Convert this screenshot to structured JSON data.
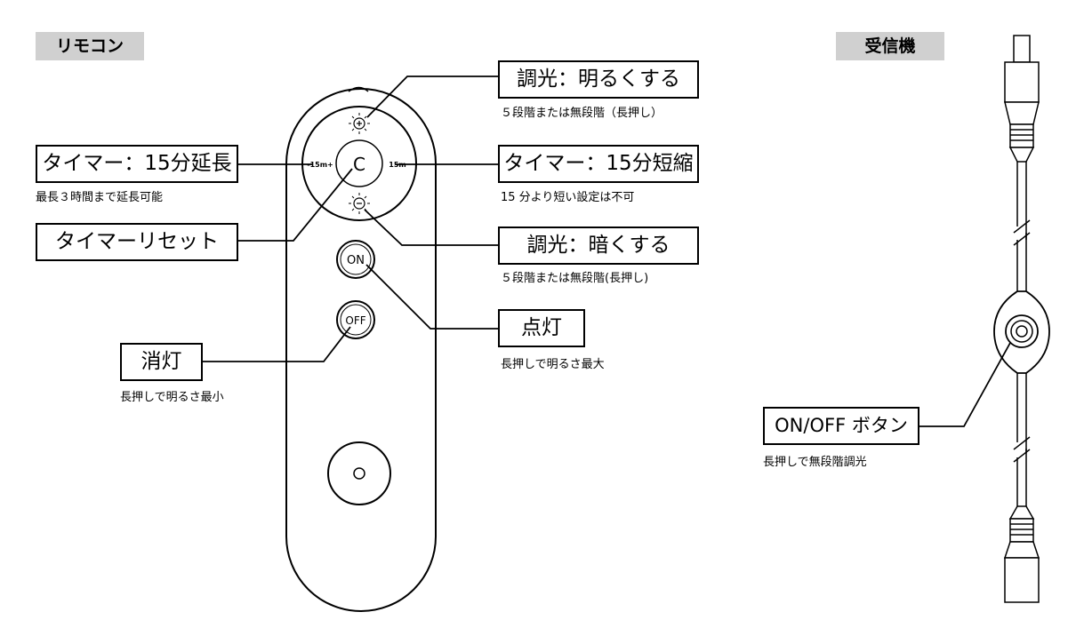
{
  "sections": {
    "remote": "リモコン",
    "receiver": "受信機"
  },
  "remote_buttons": {
    "center_button": "C",
    "timer_minus": "-15m+",
    "timer_plus": "15m",
    "on_button": "ON",
    "off_button": "OFF"
  },
  "callouts": {
    "brighten": {
      "label": "調光：明るくする",
      "note": "５段階または無段階（長押し）"
    },
    "timer_extend": {
      "label": "タイマー：15分延長",
      "note": "最長３時間まで延長可能"
    },
    "timer_shorten": {
      "label": "タイマー：15分短縮",
      "note": "15 分より短い設定は不可"
    },
    "timer_reset": {
      "label": "タイマーリセット"
    },
    "dim": {
      "label": "調光：暗くする",
      "note": "５段階または無段階(長押し)"
    },
    "light_on": {
      "label": "点灯",
      "note": "長押しで明るさ最大"
    },
    "light_off": {
      "label": "消灯",
      "note": "長押しで明るさ最小"
    },
    "receiver_button": {
      "label": "ON/OFF ボタン",
      "note": "長押しで無段階調光"
    }
  }
}
